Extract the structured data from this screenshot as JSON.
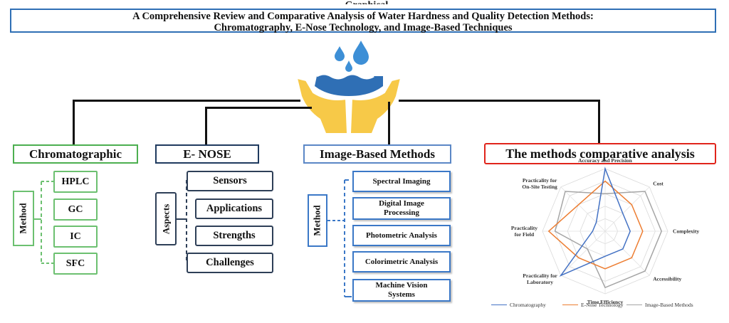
{
  "header": {
    "title_fragment": "Graphical Abstract",
    "title_line1": "A Comprehensive Review and Comparative Analysis of Water Hardness and Quality Detection Methods:",
    "title_line2": "Chromatography, E-Nose Technology, and Image-Based Techniques"
  },
  "central_icon": {
    "name": "hands-water-drops-icon",
    "colors": {
      "drops": "#3d8fd6",
      "water": "#2f6fb5",
      "hands": "#f7c948"
    }
  },
  "branches": [
    {
      "title": "Chromatographic",
      "color": "#4caf50",
      "group_label": "Method",
      "items": [
        "HPLC",
        "GC",
        "IC",
        "SFC"
      ]
    },
    {
      "title": "E- NOSE",
      "color": "#1f3a5f",
      "group_label": "Aspects",
      "items": [
        "Sensors",
        "Applications",
        "Strengths",
        "Challenges"
      ]
    },
    {
      "title": "Image-Based Methods",
      "color": "#3b78c7",
      "group_label": "Method",
      "items": [
        "Spectral Imaging",
        "Digital Image Processing",
        "Photometric Analysis",
        "Colorimetric Analysis",
        "Machine Vision Systems"
      ]
    },
    {
      "title": "The methods comparative analysis",
      "color": "#e0241b"
    }
  ],
  "chart_data": {
    "type": "radar",
    "title": "",
    "axes": [
      "Accuracy and Precision",
      "Cost",
      "Complexity",
      "Accessibility",
      "Time Efficiency",
      "Practicality for Laboratory",
      "Practicality for Field",
      "Practicality for On-Site Testing"
    ],
    "axis_labels_display": [
      [
        "Accuracy and Precision"
      ],
      [
        "Cost"
      ],
      [
        "Complexity"
      ],
      [
        "Accessibility"
      ],
      [
        "Time Efficiency"
      ],
      [
        "Practicality for",
        "Laboratory"
      ],
      [
        "Practicality",
        "for Field"
      ],
      [
        "Practicality for",
        "On-Site Testing"
      ]
    ],
    "range": [
      0,
      5
    ],
    "rings": 5,
    "grid": true,
    "legend_position": "bottom",
    "series": [
      {
        "name": "Chromatography",
        "color": "#4472c4",
        "values": [
          5,
          2,
          2,
          2,
          2,
          5,
          1,
          1
        ]
      },
      {
        "name": "E-Nose Technology",
        "color": "#ed7d31",
        "values": [
          4,
          3,
          3,
          3,
          3,
          3,
          4.5,
          3
        ]
      },
      {
        "name": "Image-Based Methods",
        "color": "#a5a5a5",
        "values": [
          3,
          4.5,
          4.5,
          4.5,
          4.5,
          2,
          4,
          4.5
        ]
      }
    ]
  }
}
